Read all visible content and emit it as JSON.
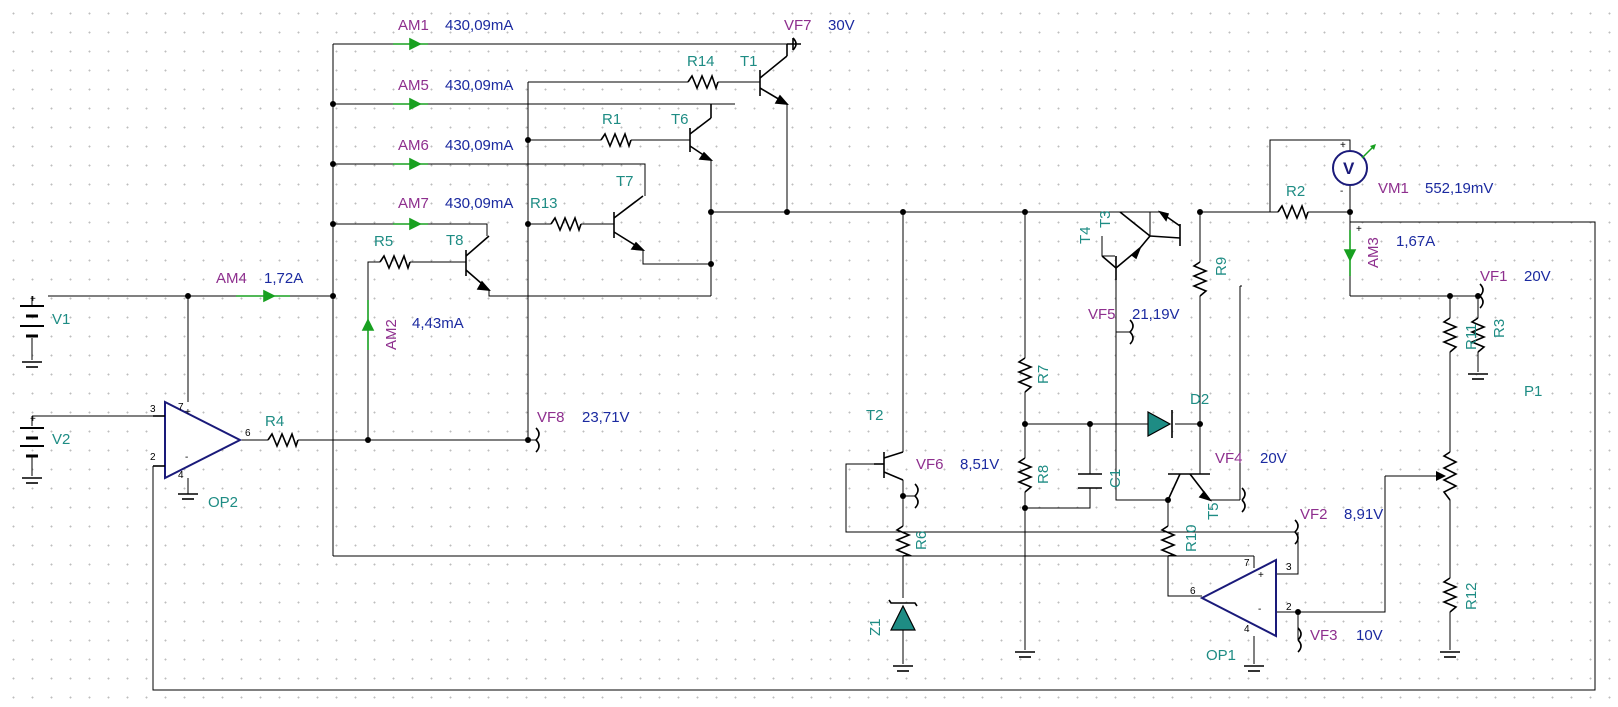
{
  "components": {
    "am1": {
      "label": "AM1",
      "value": "430,09mA"
    },
    "am5": {
      "label": "AM5",
      "value": "430,09mA"
    },
    "am6": {
      "label": "AM6",
      "value": "430,09mA"
    },
    "am7": {
      "label": "AM7",
      "value": "430,09mA"
    },
    "am4": {
      "label": "AM4",
      "value": "1,72A"
    },
    "am2": {
      "label": "AM2",
      "value": "4,43mA"
    },
    "am3": {
      "label": "AM3",
      "value": "1,67A"
    },
    "vf7": {
      "label": "VF7",
      "value": "30V"
    },
    "vf8": {
      "label": "VF8",
      "value": "23,71V"
    },
    "vf5": {
      "label": "VF5",
      "value": "21,19V"
    },
    "vf6": {
      "label": "VF6",
      "value": "8,51V"
    },
    "vf4": {
      "label": "VF4",
      "value": "20V"
    },
    "vf2": {
      "label": "VF2",
      "value": "8,91V"
    },
    "vf3": {
      "label": "VF3",
      "value": "10V"
    },
    "vf1": {
      "label": "VF1",
      "value": "20V"
    },
    "vm1": {
      "label": "VM1",
      "value": "552,19mV",
      "symbol": "V"
    },
    "v1": "V1",
    "v2": "V2",
    "op1": "OP1",
    "op2": "OP2",
    "r1": "R1",
    "r2": "R2",
    "r3": "R3",
    "r4": "R4",
    "r5": "R5",
    "r6": "R6",
    "r7": "R7",
    "r8": "R8",
    "r9": "R9",
    "r10": "R10",
    "r11": "R11",
    "r12": "R12",
    "r13": "R13",
    "r14": "R14",
    "t1": "T1",
    "t2": "T2",
    "t3": "T3",
    "t4": "T4",
    "t5": "T5",
    "t6": "T6",
    "t7": "T7",
    "t8": "T8",
    "c1": "C1",
    "d2": "D2",
    "z1": "Z1",
    "p1": "P1"
  },
  "op_pins": {
    "p3": "3",
    "p2": "2",
    "p6": "6",
    "p7": "7",
    "p4": "4"
  },
  "colors": {
    "component_label": "#1e8c84",
    "meter_label": "#8e2f8e",
    "value": "#1b2aa0",
    "wire": "#000000",
    "ammeter": "#18a020",
    "zener": "#1e8c84"
  }
}
